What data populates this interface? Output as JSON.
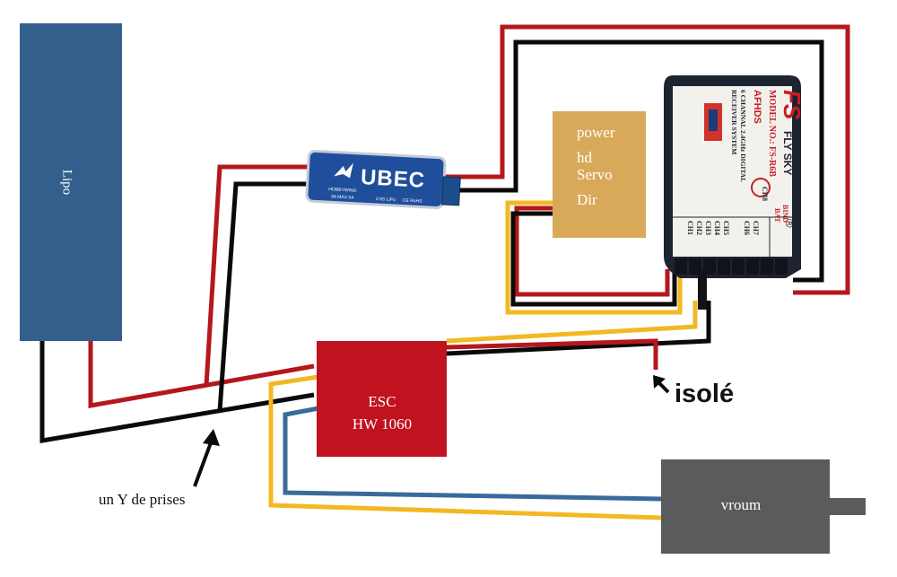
{
  "diagram": {
    "components": {
      "battery": {
        "label": "Lipo",
        "color": "#345f8c"
      },
      "ubec": {
        "logo_text": "UBEC",
        "brand": "HOBBYWING",
        "spec": "3A MAX 5A",
        "cells": "2-6S LiPo",
        "cert": "CE RoHS",
        "color": "#1f4e9c"
      },
      "servo": {
        "lines": [
          "power",
          "hd",
          "Servo",
          "Dir"
        ],
        "color": "#d9a95a"
      },
      "receiver": {
        "brand": "FLY SKY",
        "logo": "FS",
        "model": "MODEL NO.: FS-R6B",
        "name": "AFHDS",
        "desc1": "6 CHANNAL 2.4GHz DIGITAL",
        "desc2": "RECEIVER SYSTEM",
        "registered": "®",
        "channels_left": [
          "CH5",
          "CH4",
          "CH3",
          "CH2",
          "CH1"
        ],
        "channels_right": [
          "CH8",
          "CH7",
          "CH6"
        ],
        "bind_label": [
          "BIND",
          "BAT"
        ],
        "color": "#1e2330"
      },
      "esc": {
        "line1": "ESC",
        "line2": "HW 1060",
        "color": "#c0121f"
      },
      "motor": {
        "label": "vroum",
        "color": "#5a5b5d"
      }
    },
    "annotations": {
      "y_connector": "un Y de prises",
      "isolated": "isolé"
    },
    "wire_colors": {
      "positive": "#b5171b",
      "negative": "#0a0a0a",
      "signal": "#f2b824",
      "phase_blue": "#3a6a9a"
    }
  }
}
